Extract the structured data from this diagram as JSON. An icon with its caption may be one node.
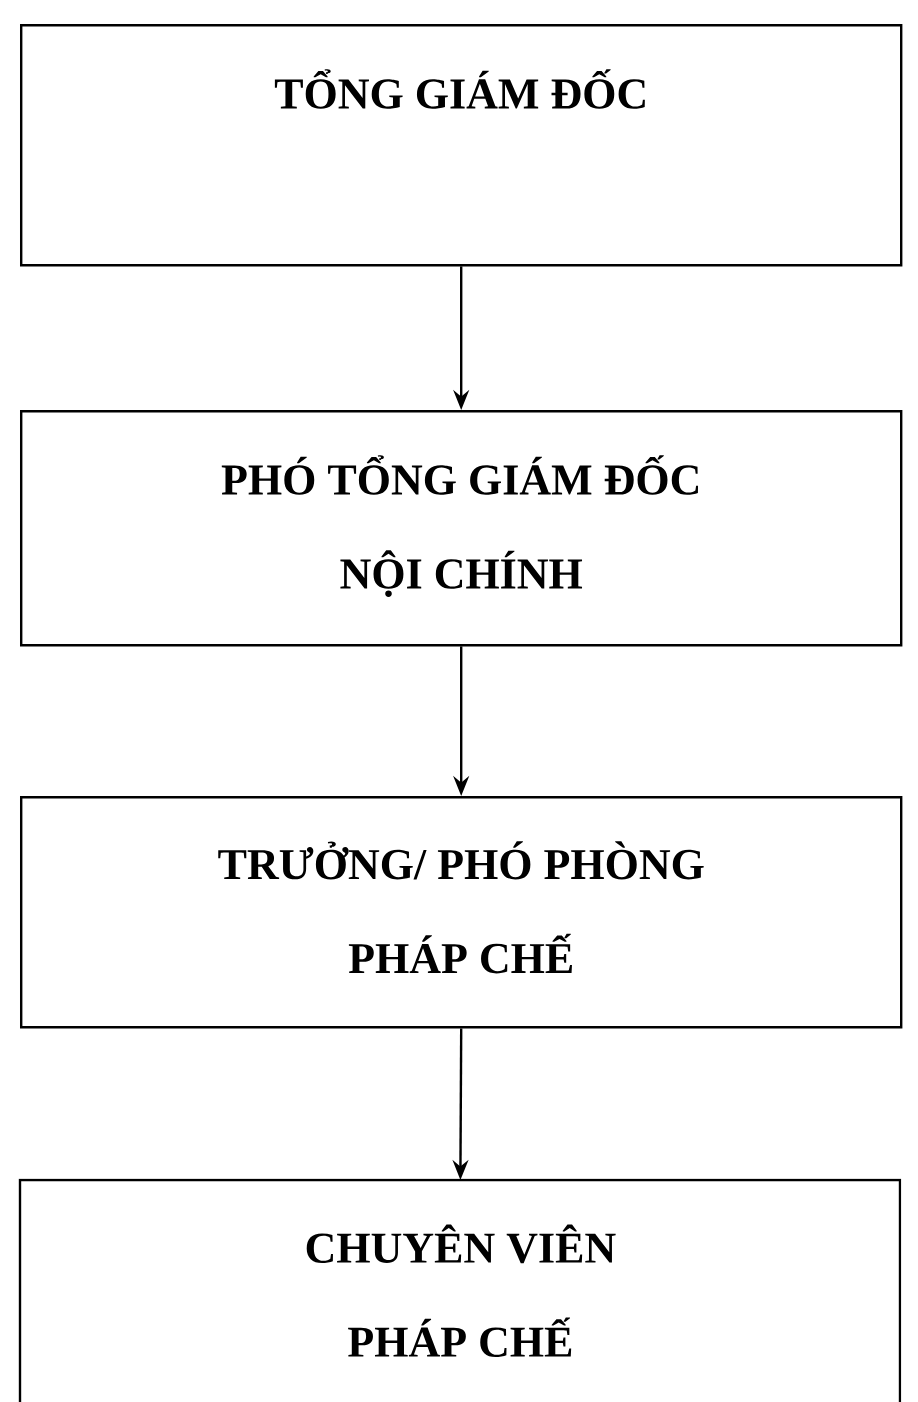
{
  "diagram": {
    "nodes": [
      {
        "text": [
          "TỔNG GIÁM ĐỐC"
        ]
      },
      {
        "text": [
          "PHÓ TỔNG GIÁM ĐỐC NỘI CHÍNH"
        ]
      },
      {
        "text": [
          "TRƯỞNG/ PHÓ PHÒNG PHÁP CHẾ"
        ]
      },
      {
        "text": [
          "CHUYÊN VIÊN PHÁP CHẾ"
        ]
      }
    ],
    "edges": [
      {
        "from": 0,
        "to": 1,
        "arrow": "to"
      },
      {
        "from": 1,
        "to": 2,
        "arrow": "to"
      },
      {
        "from": 2,
        "to": 3,
        "arrow": "to"
      }
    ]
  }
}
